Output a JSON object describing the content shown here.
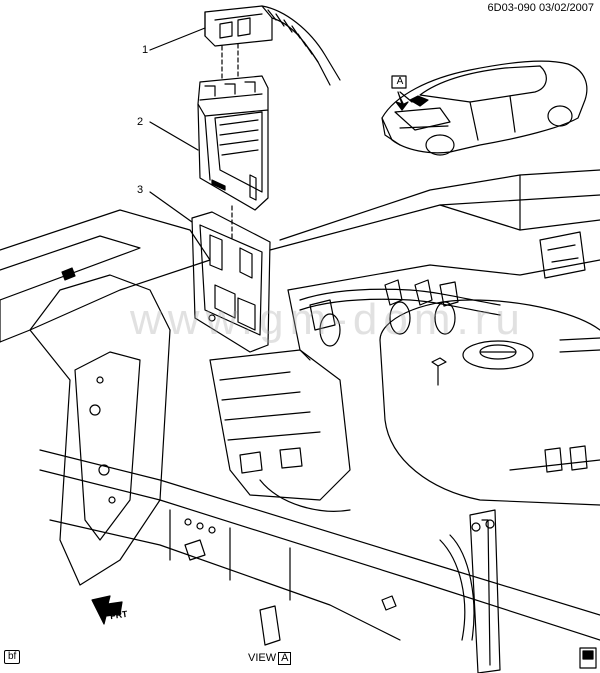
{
  "header": {
    "diagram_code": "6D03-090",
    "date": "03/02/2007"
  },
  "callouts": [
    "1",
    "2",
    "3"
  ],
  "view_marker": {
    "text": "VIEW",
    "letter": "A"
  },
  "car_inset": {
    "view_letter": "A"
  },
  "footer": {
    "tag": "bf"
  },
  "forward_arrow": {
    "label": "FRT"
  },
  "watermark": {
    "text": "www.gm-dom.ru"
  }
}
